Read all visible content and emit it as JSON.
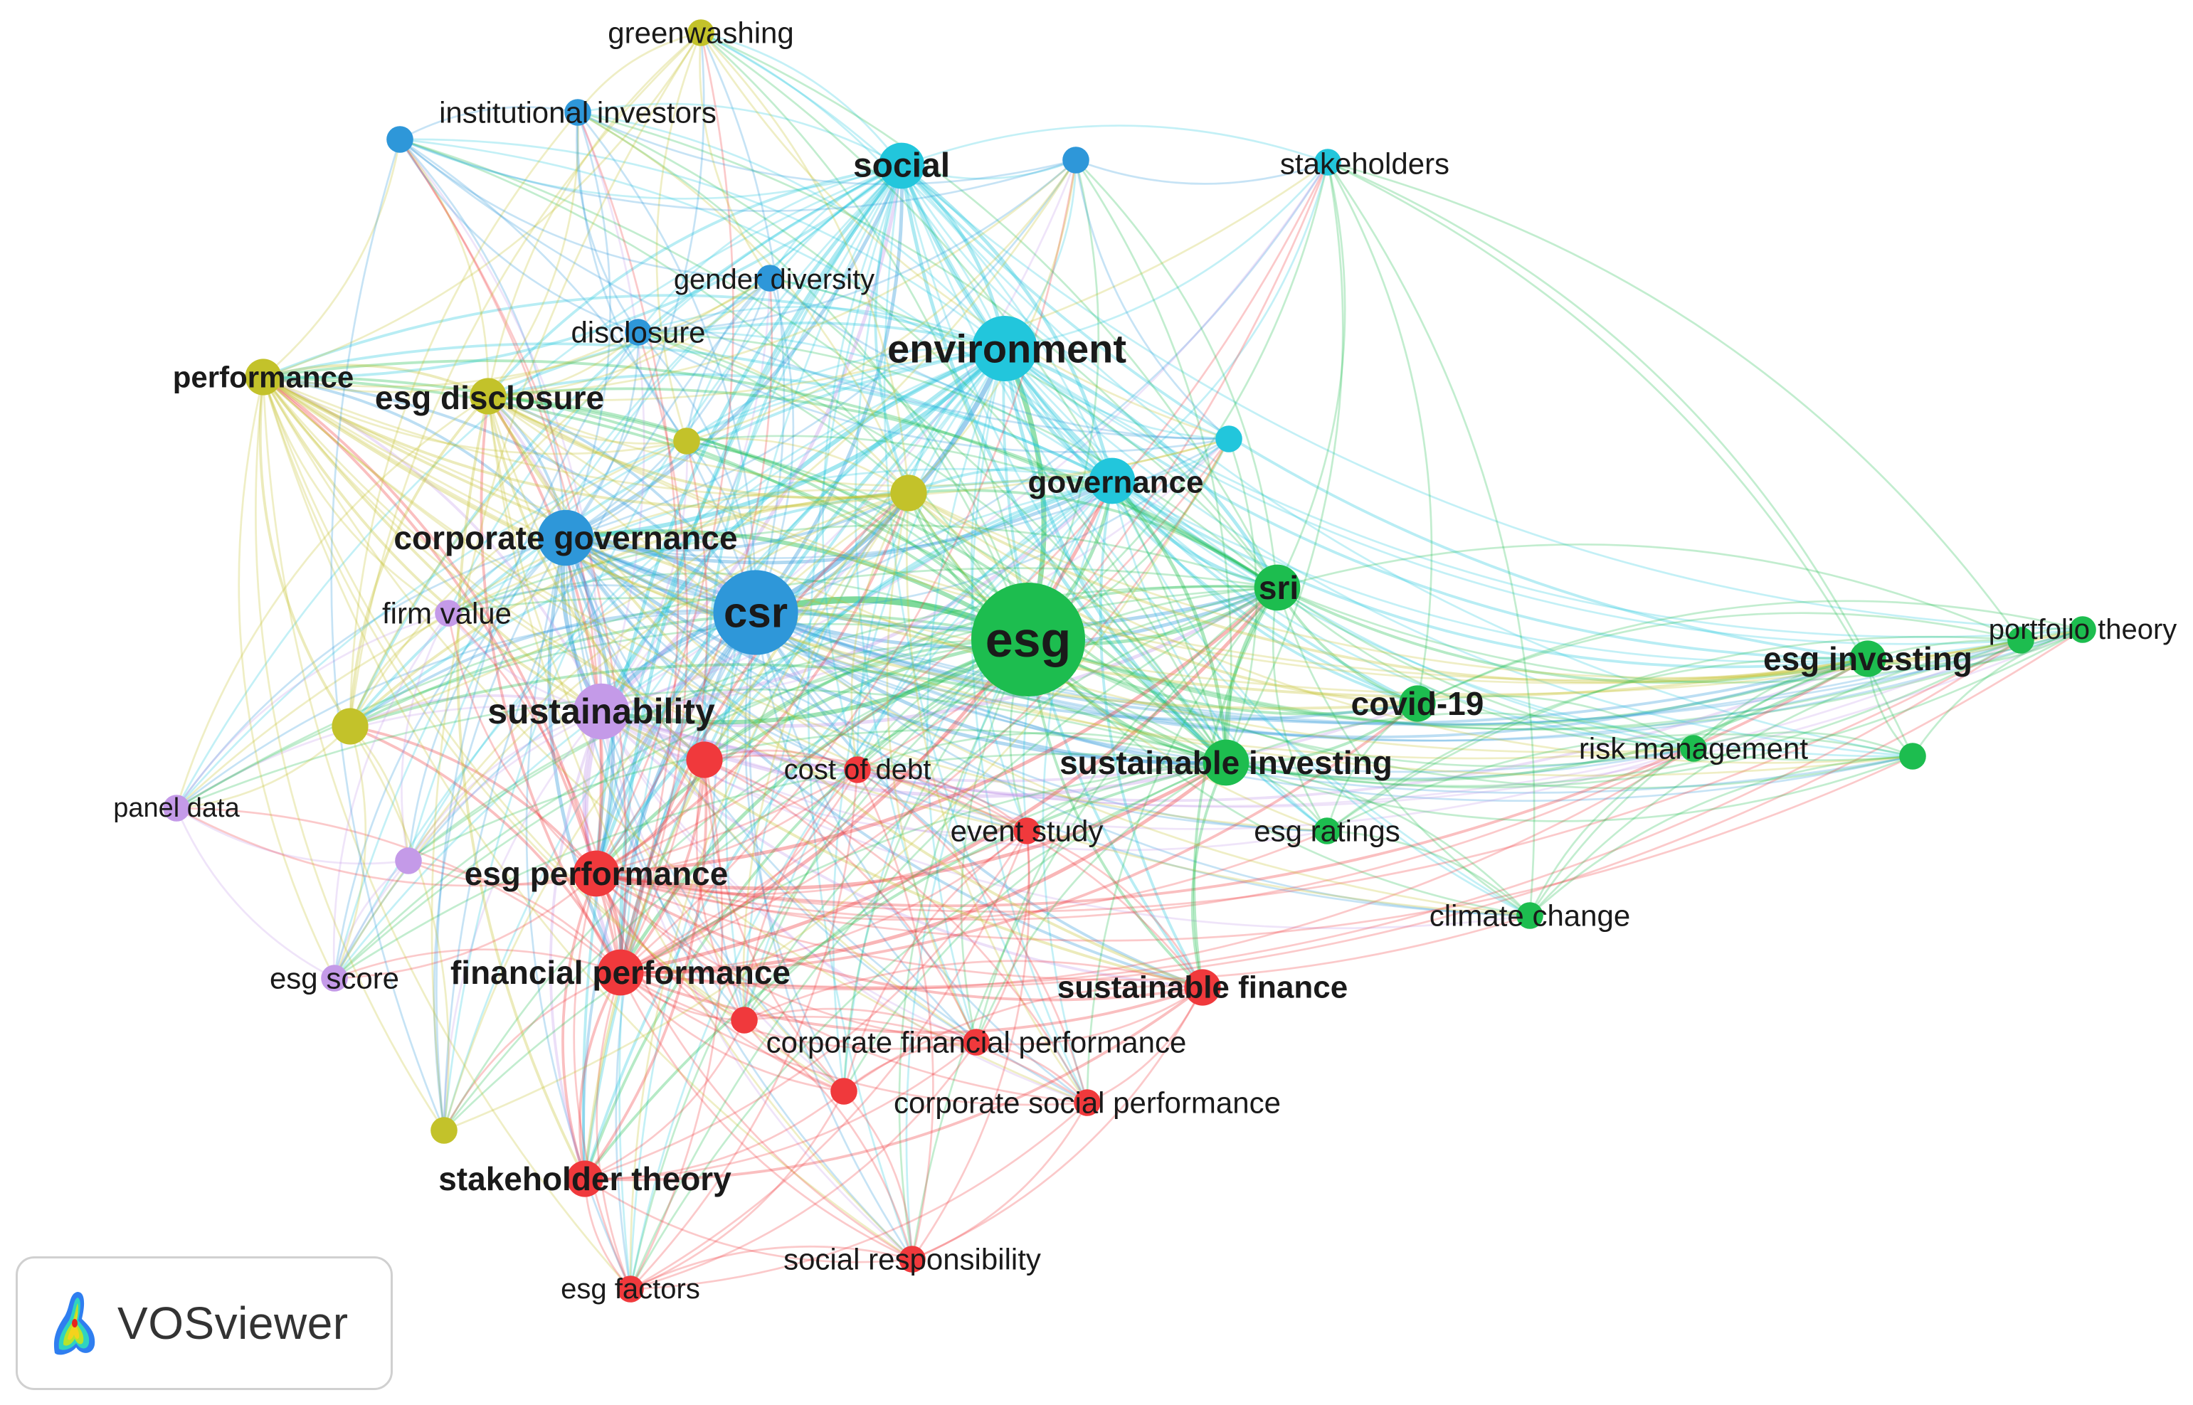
{
  "app": {
    "name": "VOSviewer"
  },
  "cluster_colors": {
    "red": "#f0393c",
    "green": "#1dbd4f",
    "blue": "#2e97d9",
    "yellow": "#c3c22a",
    "purple": "#c49ae8",
    "cyan": "#22c6dc"
  },
  "nodes": [
    {
      "id": "greenwashing",
      "label": "greenwashing",
      "cluster": "yellow",
      "weight": 1
    },
    {
      "id": "institutional-investors",
      "label": "institutional investors",
      "cluster": "blue",
      "weight": 1
    },
    {
      "id": "blue-unlabeled-1",
      "label": "",
      "cluster": "blue",
      "weight": 1
    },
    {
      "id": "social",
      "label": "social",
      "cluster": "cyan",
      "weight": 3
    },
    {
      "id": "blue-unlabeled-2",
      "label": "",
      "cluster": "blue",
      "weight": 1
    },
    {
      "id": "stakeholders",
      "label": "stakeholders",
      "cluster": "cyan",
      "weight": 1
    },
    {
      "id": "gender-diversity",
      "label": "gender diversity",
      "cluster": "blue",
      "weight": 1
    },
    {
      "id": "disclosure",
      "label": "disclosure",
      "cluster": "blue",
      "weight": 1
    },
    {
      "id": "environment",
      "label": "environment",
      "cluster": "cyan",
      "weight": 5
    },
    {
      "id": "performance",
      "label": "performance",
      "cluster": "yellow",
      "weight": 2
    },
    {
      "id": "esg-disclosure",
      "label": "esg disclosure",
      "cluster": "yellow",
      "weight": 2
    },
    {
      "id": "yellow-unlabeled-1",
      "label": "",
      "cluster": "yellow",
      "weight": 1
    },
    {
      "id": "cyan-unlabeled-1",
      "label": "",
      "cluster": "cyan",
      "weight": 1
    },
    {
      "id": "yellow-unlabeled-2",
      "label": "",
      "cluster": "yellow",
      "weight": 2
    },
    {
      "id": "governance",
      "label": "governance",
      "cluster": "cyan",
      "weight": 3
    },
    {
      "id": "corporate-governance",
      "label": "corporate governance",
      "cluster": "blue",
      "weight": 4
    },
    {
      "id": "sri",
      "label": "sri",
      "cluster": "green",
      "weight": 3
    },
    {
      "id": "firm-value",
      "label": "firm value",
      "cluster": "purple",
      "weight": 1
    },
    {
      "id": "csr",
      "label": "csr",
      "cluster": "blue",
      "weight": 7
    },
    {
      "id": "esg",
      "label": "esg",
      "cluster": "green",
      "weight": 10
    },
    {
      "id": "esg-investing",
      "label": "esg investing",
      "cluster": "green",
      "weight": 2
    },
    {
      "id": "portfolio-theory",
      "label": "portfolio theory",
      "cluster": "green",
      "weight": 1
    },
    {
      "id": "green-unlabeled-1",
      "label": "",
      "cluster": "green",
      "weight": 1
    },
    {
      "id": "sustainability",
      "label": "sustainability",
      "cluster": "purple",
      "weight": 4
    },
    {
      "id": "covid-19",
      "label": "covid-19",
      "cluster": "green",
      "weight": 2
    },
    {
      "id": "yellow-unlabeled-3",
      "label": "",
      "cluster": "yellow",
      "weight": 2
    },
    {
      "id": "red-unlabeled-1",
      "label": "",
      "cluster": "red",
      "weight": 2
    },
    {
      "id": "cost-of-debt",
      "label": "cost of debt",
      "cluster": "red",
      "weight": 1
    },
    {
      "id": "sustainable-investing",
      "label": "sustainable investing",
      "cluster": "green",
      "weight": 3
    },
    {
      "id": "risk-management",
      "label": "risk management",
      "cluster": "green",
      "weight": 1
    },
    {
      "id": "green-unlabeled-2",
      "label": "",
      "cluster": "green",
      "weight": 1
    },
    {
      "id": "panel-data",
      "label": "panel data",
      "cluster": "purple",
      "weight": 1
    },
    {
      "id": "event-study",
      "label": "event study",
      "cluster": "red",
      "weight": 1
    },
    {
      "id": "esg-ratings",
      "label": "esg ratings",
      "cluster": "green",
      "weight": 1
    },
    {
      "id": "purple-unlabeled-1",
      "label": "",
      "cluster": "purple",
      "weight": 1
    },
    {
      "id": "esg-performance",
      "label": "esg performance",
      "cluster": "red",
      "weight": 3
    },
    {
      "id": "climate-change",
      "label": "climate change",
      "cluster": "green",
      "weight": 1
    },
    {
      "id": "esg-score",
      "label": "esg score",
      "cluster": "purple",
      "weight": 1
    },
    {
      "id": "financial-performance",
      "label": "financial performance",
      "cluster": "red",
      "weight": 3
    },
    {
      "id": "sustainable-finance",
      "label": "sustainable finance",
      "cluster": "red",
      "weight": 2
    },
    {
      "id": "red-unlabeled-2",
      "label": "",
      "cluster": "red",
      "weight": 1
    },
    {
      "id": "corporate-financial-performance",
      "label": "corporate financial performance",
      "cluster": "red",
      "weight": 1
    },
    {
      "id": "red-unlabeled-3",
      "label": "",
      "cluster": "red",
      "weight": 1
    },
    {
      "id": "corporate-social-performance",
      "label": "corporate social performance",
      "cluster": "red",
      "weight": 1
    },
    {
      "id": "yellow-unlabeled-4",
      "label": "",
      "cluster": "yellow",
      "weight": 1
    },
    {
      "id": "stakeholder-theory",
      "label": "stakeholder theory",
      "cluster": "red",
      "weight": 2
    },
    {
      "id": "social-responsibility",
      "label": "social responsibility",
      "cluster": "red",
      "weight": 1
    },
    {
      "id": "esg-factors",
      "label": "esg factors",
      "cluster": "red",
      "weight": 1
    }
  ]
}
